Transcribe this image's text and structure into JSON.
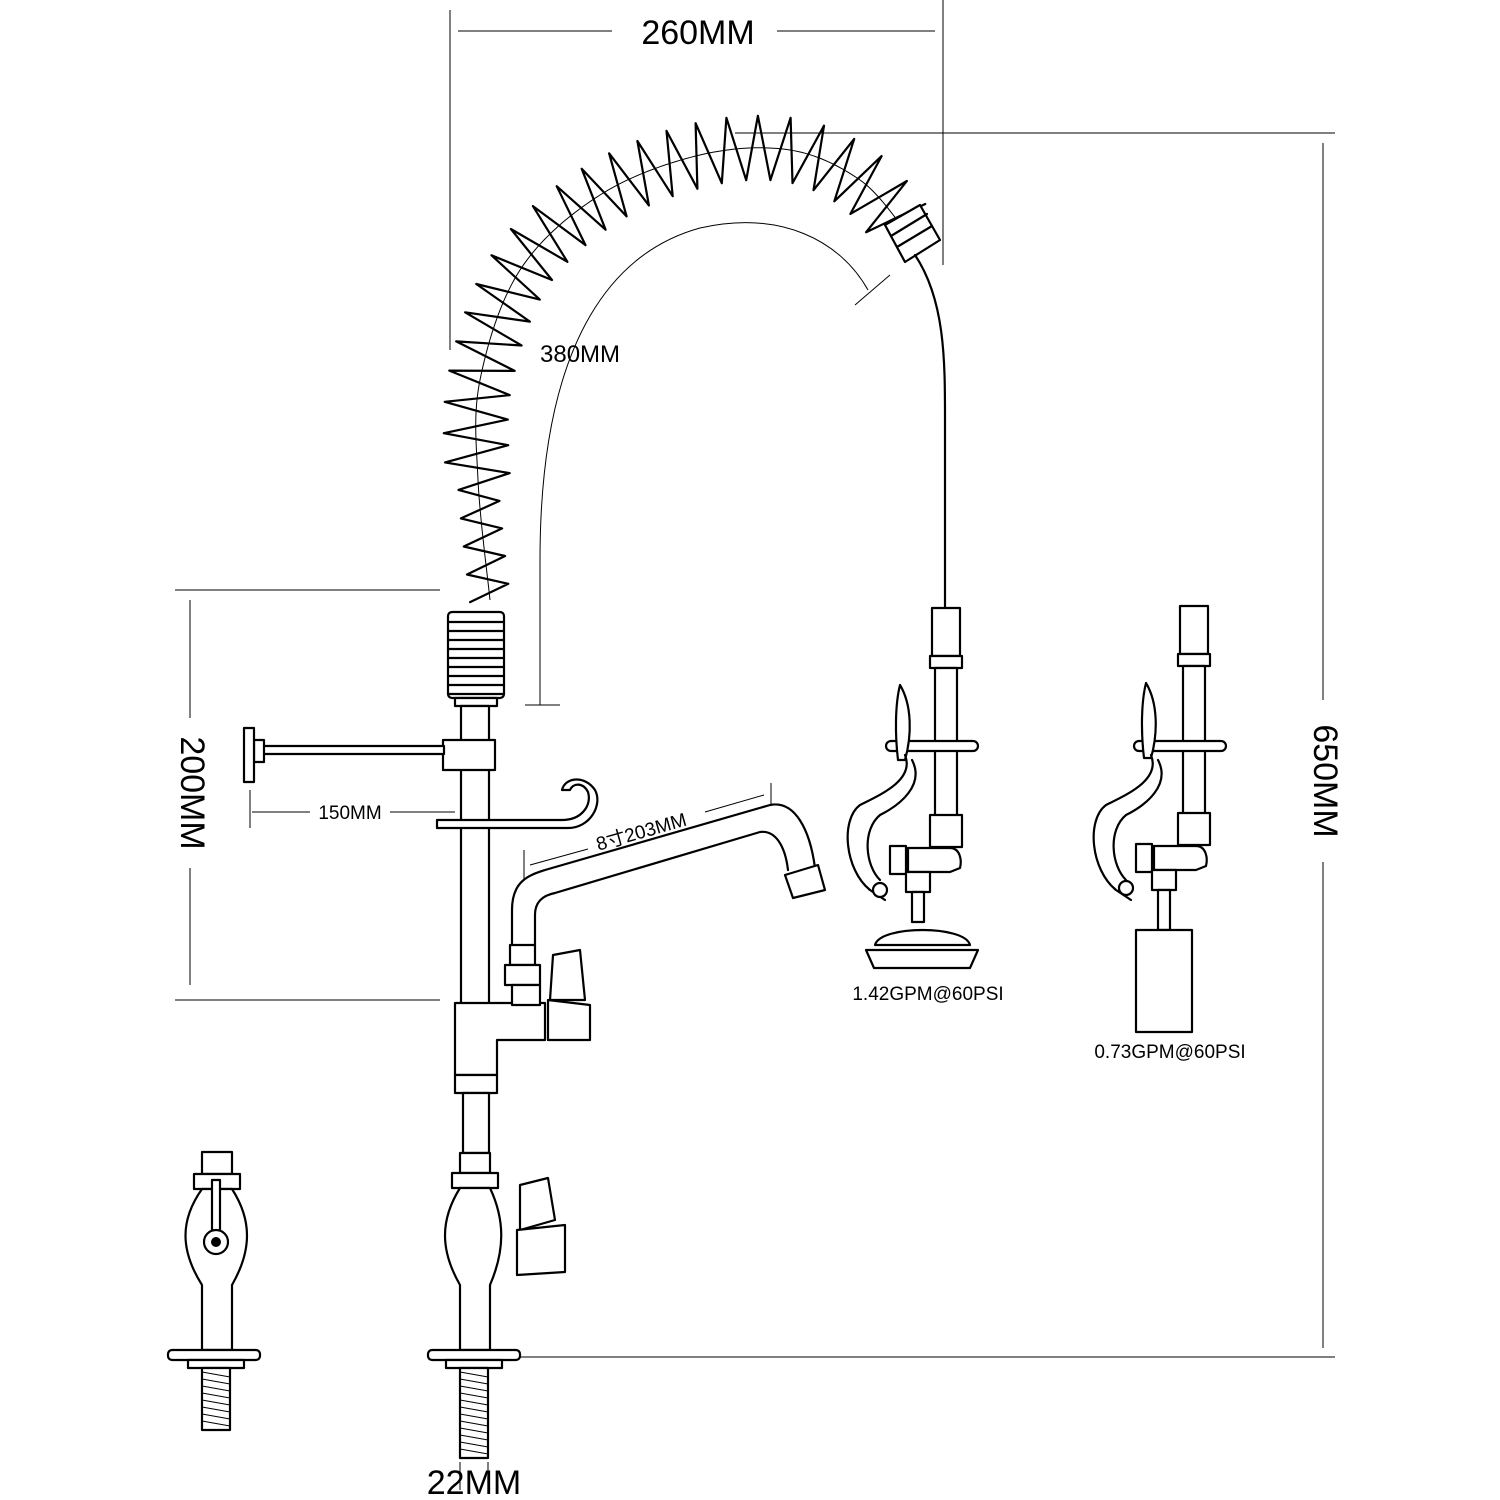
{
  "dimensions": {
    "width_top": "260MM",
    "hose_length": "380MM",
    "total_height": "650MM",
    "bracket_height": "200MM",
    "bracket_arm": "150MM",
    "spout_length": "8寸203MM",
    "pipe_diameter": "22MM"
  },
  "sprayers": [
    {
      "flow_rate": "1.42GPM@60PSI"
    },
    {
      "flow_rate": "0.73GPM@60PSI"
    }
  ]
}
